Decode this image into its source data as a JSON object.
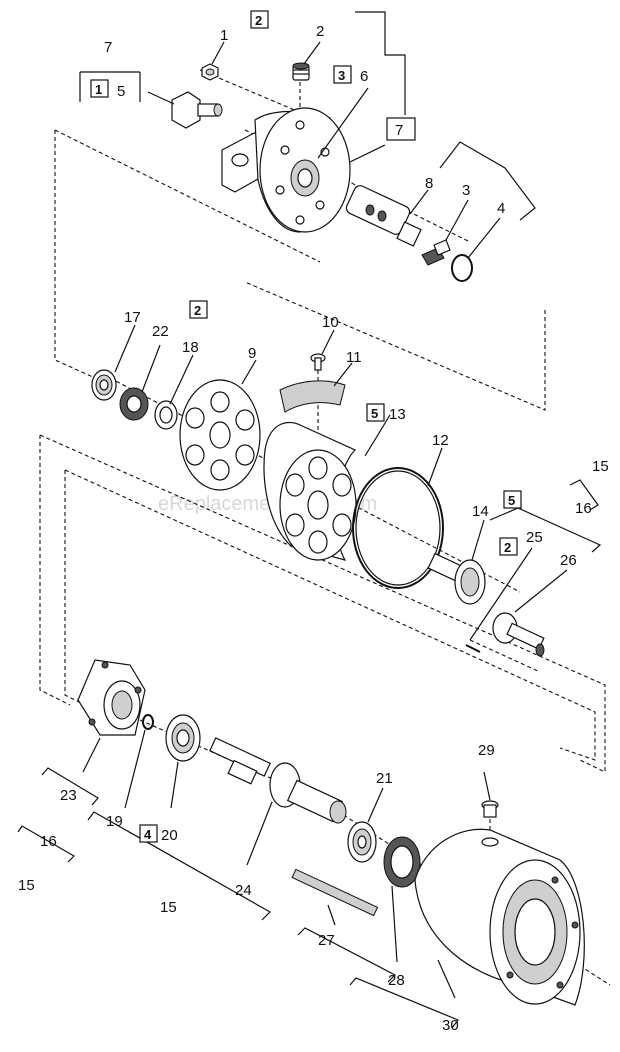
{
  "watermark": "eReplacementParts.com",
  "callouts": {
    "c1": "1",
    "c2a": "2",
    "c2b": "2",
    "c2c": "2",
    "c2d": "2",
    "c3": "3",
    "c3b": "3",
    "c4": "4",
    "c4b": "4",
    "c5a": "5",
    "c5b": "5",
    "c5c": "5",
    "c6": "6",
    "c7a": "7",
    "c7b": "7",
    "c8": "8",
    "c9": "9",
    "c10": "10",
    "c11": "11",
    "c12": "12",
    "c13": "13",
    "c14": "14",
    "c15a": "15",
    "c15b": "15",
    "c15c": "15",
    "c16a": "16",
    "c16b": "16",
    "c17": "17",
    "c18": "18",
    "c19": "19",
    "c20": "20",
    "c21": "21",
    "c22": "22",
    "c23": "23",
    "c24": "24",
    "c25": "25",
    "c26": "26",
    "c27": "27",
    "c28": "28",
    "c29": "29",
    "c30": "30"
  }
}
